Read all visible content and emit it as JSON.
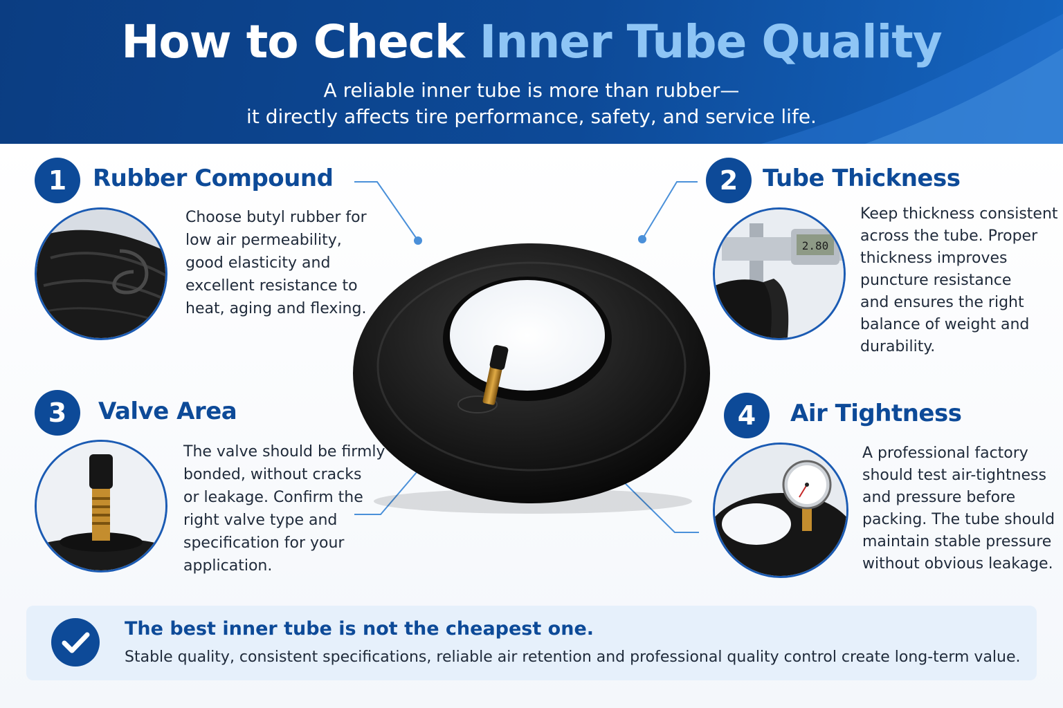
{
  "header": {
    "title_main": "How to Check",
    "title_accent": "Inner Tube Quality",
    "subtitle_lines": [
      "A reliable inner tube is more than rubber—",
      "it directly affects tire performance, safety, and service life."
    ]
  },
  "sections": [
    {
      "number": "1",
      "title": "Rubber Compound",
      "lines": [
        "Choose butyl rubber for",
        "low air permeability,",
        "good elasticity and",
        "excellent resistance to",
        "heat, aging and flexing."
      ],
      "image_icon": "rubber-sheet-icon"
    },
    {
      "number": "2",
      "title": "Tube Thickness",
      "lines": [
        "Keep thickness consistent",
        "across the tube. Proper",
        "thickness improves",
        "puncture resistance",
        "and ensures the right",
        "balance of weight and",
        "durability."
      ],
      "image_icon": "caliper-icon"
    },
    {
      "number": "3",
      "title": "Valve Area",
      "lines": [
        "The valve should be firmly",
        "bonded, without cracks",
        "or leakage. Confirm the",
        "right valve type and",
        "specification for your",
        "application."
      ],
      "image_icon": "valve-stem-icon"
    },
    {
      "number": "4",
      "title": "Air Tightness",
      "lines": [
        "A professional factory",
        "should test air-tightness",
        "and pressure before",
        "packing. The tube should",
        "maintain stable pressure",
        "without obvious leakage."
      ],
      "image_icon": "pressure-gauge-icon"
    }
  ],
  "caliper_readout": "2.80",
  "footer": {
    "title": "The best inner tube is not the cheapest one.",
    "text": "Stable quality, consistent specifications, reliable air retention and professional quality control create long-term value."
  },
  "colors": {
    "brand_blue": "#0d4a98",
    "accent_blue": "#8ec5f5",
    "line_blue": "#4a90d9",
    "footer_bg": "#e6f0fb"
  }
}
